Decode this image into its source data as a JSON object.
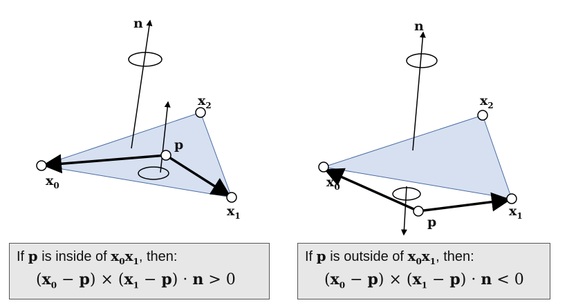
{
  "labels": {
    "n": "n",
    "x": "x",
    "p": "p",
    "s0": "0",
    "s1": "1",
    "s2": "2"
  },
  "left_box": {
    "pre": "If ",
    "p": "p",
    "mid": " is inside of ",
    "x": "x",
    "s0": "0",
    "s1": "1",
    "post": ", then:",
    "f1": "(",
    "f2": " − ",
    "f3": ") × (",
    "f4": ") · ",
    "f5": " > 0"
  },
  "right_box": {
    "pre": "If ",
    "p": "p",
    "mid": " is outside of ",
    "x": "x",
    "s0": "0",
    "s1": "1",
    "post": ", then:",
    "f1": "(",
    "f2": " − ",
    "f3": ") × (",
    "f4": ") · ",
    "f5": " < 0"
  },
  "colors": {
    "triangle_fill": "#d6e0f1",
    "triangle_stroke": "#4a6aa0"
  }
}
